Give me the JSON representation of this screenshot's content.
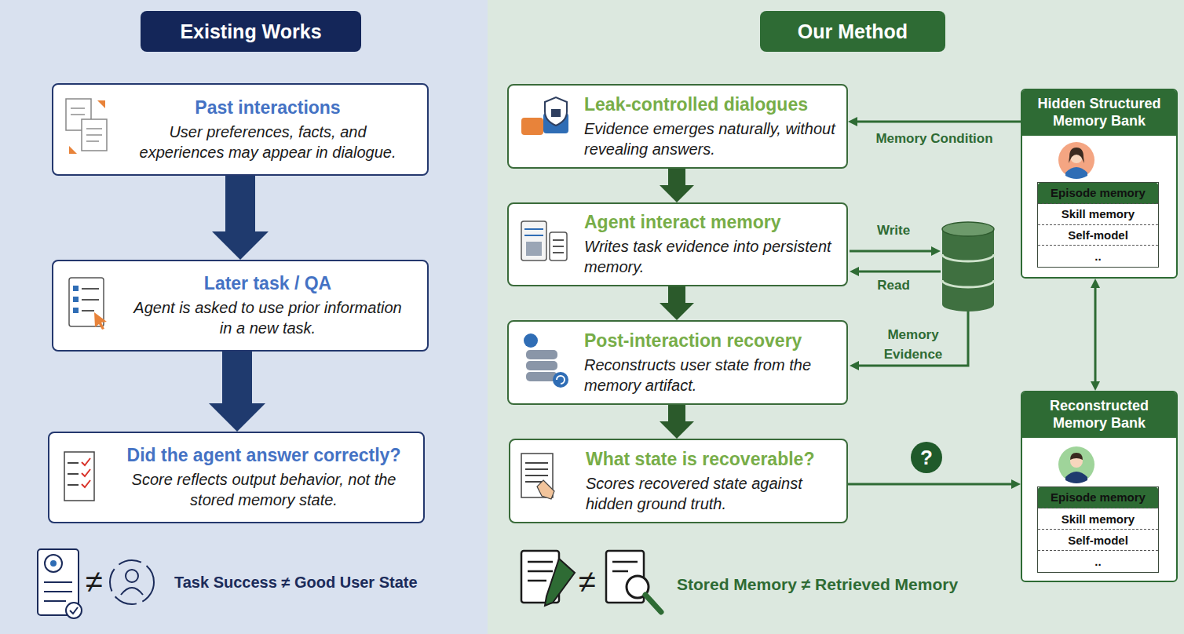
{
  "diagram": {
    "nodes": [
      {
        "text": [
          "Existing Works"
        ]
      },
      {
        "text": [
          "Past interactions",
          "User preferences, facts, and experiences may appear in dialogue."
        ]
      },
      {
        "text": [
          "Later task / QA",
          "Agent is asked to use prior information in a new task."
        ]
      },
      {
        "text": [
          "Did the agent answer correctly?",
          "Score reflects output behavior, not the stored memory state."
        ]
      },
      {
        "text": [
          "Our Method"
        ]
      },
      {
        "text": [
          "Leak-controlled dialogues",
          "Evidence emerges naturally, without revealing answers."
        ]
      },
      {
        "text": [
          "Agent interact memory",
          "Writes task evidence into persistent memory."
        ]
      },
      {
        "text": [
          "Post-interaction recovery",
          "Reconstructs user state from the memory artifact."
        ]
      },
      {
        "text": [
          "What state is recoverable?",
          "Scores recovered state against hidden ground truth."
        ]
      },
      {
        "text": [
          "Hidden Structured Memory Bank"
        ]
      },
      {
        "text": [
          "Episode memory",
          "Skill memory",
          "Self-model",
          ".."
        ],
        "in": 9
      },
      {
        "text": [
          "Reconstructed Memory Bank"
        ]
      },
      {
        "text": [
          "Episode memory",
          "Skill memory",
          "Self-model",
          ".."
        ],
        "in": 11
      }
    ],
    "edges": [
      {
        "from": 1,
        "to": 2,
        "arrow": "to"
      },
      {
        "from": 2,
        "to": 3,
        "arrow": "to"
      },
      {
        "from": 5,
        "to": 6,
        "arrow": "to"
      },
      {
        "from": 6,
        "to": 7,
        "arrow": "to"
      },
      {
        "from": 7,
        "to": 8,
        "arrow": "to"
      },
      {
        "from": 9,
        "to": 5,
        "label": "Memory Condition",
        "arrow": "to"
      },
      {
        "from": 9,
        "to": 11,
        "arrow": "both"
      },
      {
        "from": 8,
        "to": 11,
        "label": "?",
        "arrow": "to"
      }
    ],
    "labels": [
      "Write",
      "Read",
      "Memory Evidence",
      "≠",
      "Task Success ≠ Good User State",
      "≠",
      "Stored Memory ≠ Retrieved Memory"
    ]
  }
}
